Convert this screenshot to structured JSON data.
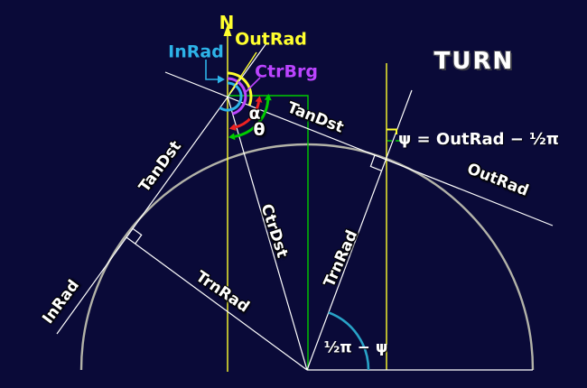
{
  "diagram": {
    "title": "TURN",
    "north": "N",
    "legend": {
      "inrad": "InRad",
      "outrad": "OutRad",
      "ctrbrg": "CtrBrg"
    },
    "edge_labels": {
      "tandst_left": "TanDst",
      "inrad_left": "InRad",
      "trnrad_left": "TrnRad",
      "ctrdst": "CtrDst",
      "trnrad_right": "TrnRad",
      "tandst_right": "TanDst",
      "outrad_right": "OutRad"
    },
    "angles": {
      "alpha": "α",
      "theta": "θ"
    },
    "equations": {
      "psi_at_tangent": "ψ = OutRad − ½π",
      "angle_at_center": "½π − ψ"
    },
    "colors": {
      "background": "#0a0a38",
      "line": "#ffffff",
      "circle_gray": "#b3b3a8",
      "yellow": "#ffff2e",
      "cyan": "#2db3e8",
      "purple": "#bb44ff",
      "red": "#ee2222",
      "green": "#00cc00",
      "center_arc_cyan": "#29a3c7"
    }
  }
}
